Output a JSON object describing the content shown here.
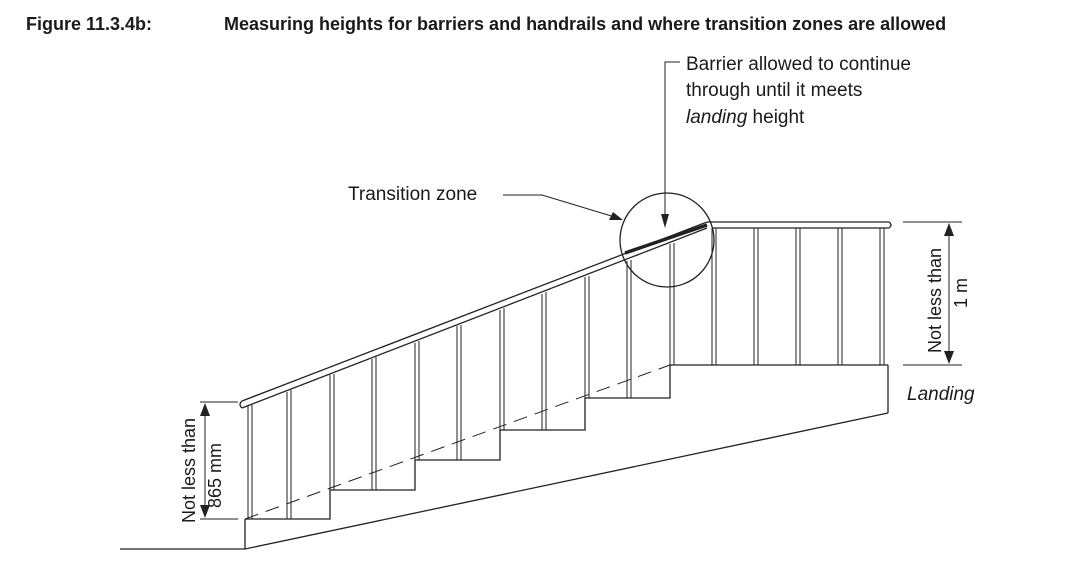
{
  "figure": {
    "number": "Figure 11.3.4b:",
    "title": "Measuring heights for barriers and handrails and where transition zones are allowed"
  },
  "labels": {
    "barrier_line1": "Barrier allowed to continue",
    "barrier_line2": "through until it meets",
    "barrier_line3_italic": "landing",
    "barrier_line3_rest": " height",
    "transition_zone": "Transition zone",
    "landing": "Landing",
    "left_dim_line1": "Not less than",
    "left_dim_line2": "865 mm",
    "right_dim_line1": "Not less than",
    "right_dim_line2": "1 m"
  }
}
